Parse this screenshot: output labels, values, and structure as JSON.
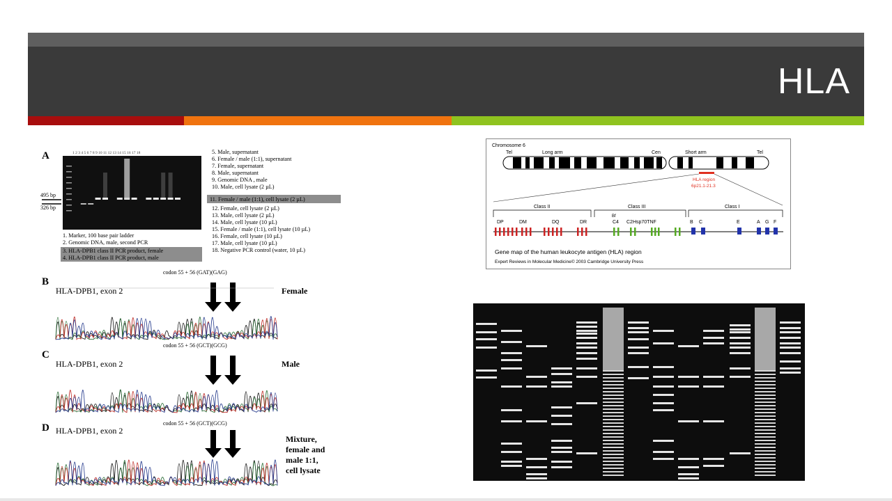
{
  "slide": {
    "title": "HLA",
    "colors": {
      "header_bg": "#3a3a3a",
      "top_band": "#5f5f5f",
      "stripe_red": "#a80d0d",
      "stripe_orange": "#f0730f",
      "stripe_green": "#8fc31f"
    }
  },
  "fig_left": {
    "panel_a_label": "A",
    "lane_numbers": "1  2  3  4  5  6  7  8  9 10 11 12 13 14 15 16 17 18",
    "bp_495": "495 bp",
    "bp_326": "326 bp",
    "legend_right": [
      "5. Male, supernatant",
      "6. Female / male (1:1), supernatant",
      "7. Female, supernatant",
      "8. Male, supernatant",
      "9. Genomic DNA , male",
      "10. Male, cell lysate (2 µL)",
      "11. Female / male (1:1), cell lysate (2 µL)",
      "12. Female, cell lysate (2 µL)",
      "13. Male, cell lysate (2 µL)",
      "14. Male, cell lysate (10 µL)",
      "15. Female / male (1:1), cell lysate (10 µL)",
      "16. Female, cell lysate (10 µL)",
      "17. Male, cell lysate (10 µL)",
      "18. Negative PCR control (water, 10 µL)"
    ],
    "legend_bottom": [
      "1. Marker, 100 base pair ladder",
      "2. Genomic DNA, male, second PCR",
      "3. HLA-DPB1 class II PCR product, female",
      "4. HLA-DPB1 class II PCR product, male"
    ],
    "panels": [
      {
        "label": "B",
        "gene": "HLA-DPB1, exon 2",
        "codon": "codon 55 + 56 (GAT)(GAG)",
        "sample": "Female"
      },
      {
        "label": "C",
        "gene": "HLA-DPB1, exon 2",
        "codon": "codon 55 + 56 (GCT)(GCG)",
        "sample": "Male"
      },
      {
        "label": "D",
        "gene": "HLA-DPB1, exon 2",
        "codon": "codon 55 + 56 (GCT)(GCG)",
        "sample_lines": [
          "Mixture,",
          "female and",
          "male 1:1,",
          "cell lysate"
        ]
      }
    ]
  },
  "fig_right_top": {
    "chromosome": "Chromosome 6",
    "tel_left": "Tel",
    "long_arm": "Long  arm",
    "cen": "Cen",
    "short_arm": "Short arm",
    "tel_right": "Tel",
    "hla_region": "HLA region",
    "hla_band": "6p21.1-21.3",
    "class_ii": "Class II",
    "class_iii": "Class III",
    "class_i": "Class I",
    "bf": "Bf",
    "genes": [
      "DP",
      "DM",
      "DQ",
      "DR",
      "C4",
      "C2Hsp70TNF",
      "B",
      "C",
      "E",
      "A",
      "G",
      "F"
    ],
    "caption": "Gene map of the human leukocyte antigen (HLA) region",
    "credit": "Expert Reviews in Molecular Medicine© 2003 Cambridge University Press",
    "colors": {
      "class_ii": "#cc2222",
      "class_iii": "#55aa22",
      "class_i": "#2233aa",
      "hla": "#e03020"
    }
  }
}
